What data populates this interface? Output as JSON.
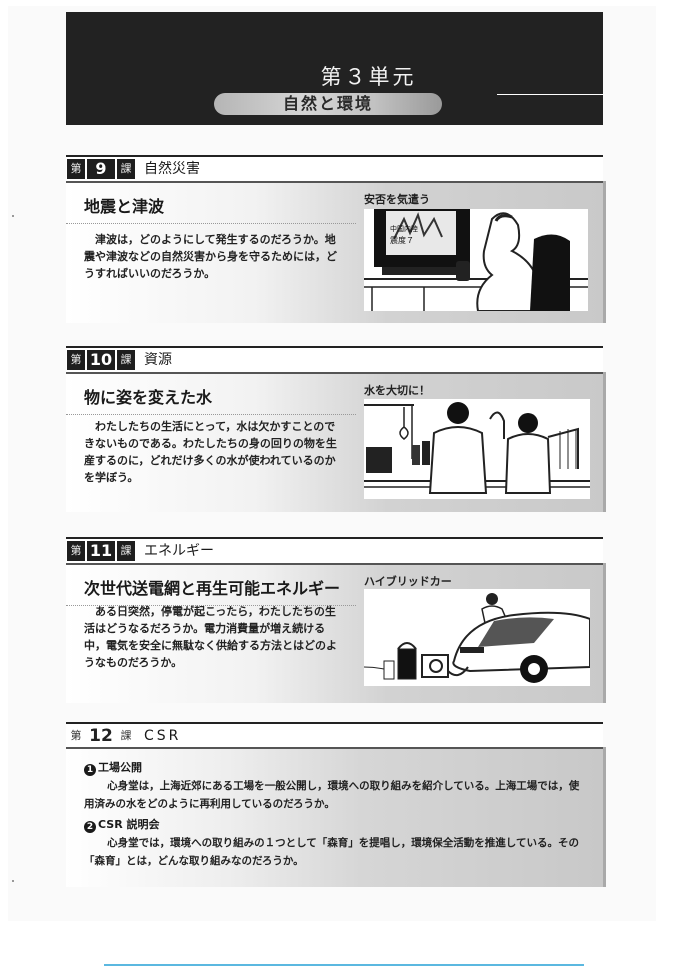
{
  "unit": {
    "title": "第３単元",
    "subtitle": "自然と環境"
  },
  "lessons": [
    {
      "prefix": "第",
      "number": "9",
      "suffix": "課",
      "title": "自然災害",
      "subtitle": "地震と津波",
      "paragraph": "津波は，どのようにして発生するのだろうか。地震や津波などの自然災害から身を守るためには，どうすればいいのだろうか。",
      "figure_caption": "安否を気遣う",
      "figure_tv_text": [
        "中国内陸",
        "震度７"
      ]
    },
    {
      "prefix": "第",
      "number": "10",
      "suffix": "課",
      "title": "資源",
      "subtitle": "物に姿を変えた水",
      "paragraph": "わたしたちの生活にとって，水は欠かすことのできないものである。わたしたちの身の回りの物を生産するのに，どれだけ多くの水が使われているのかを学ぼう。",
      "figure_caption": "水を大切に！"
    },
    {
      "prefix": "第",
      "number": "11",
      "suffix": "課",
      "title": "エネルギー",
      "subtitle": "次世代送電網と再生可能エネルギー",
      "paragraph": "ある日突然，停電が起こったら，わたしたちの生活はどうなるだろうか。電力消費量が増え続ける中，電気を安全に無駄なく供給する方法とはどのようなものだろうか。",
      "figure_caption": "ハイブリッドカー"
    },
    {
      "prefix": "第",
      "number": "12",
      "suffix": "課",
      "title": "CSR",
      "items": [
        {
          "marker": "1",
          "title": "工場公開",
          "paragraph": "心身堂は，上海近郊にある工場を一般公開し，環境への取り組みを紹介している。上海工場では，使用済みの水をどのように再利用しているのだろうか。"
        },
        {
          "marker": "2",
          "title": "CSR 説明会",
          "paragraph": "心身堂では，環境への取り組みの１つとして「森育」を提唱し，環境保全活動を推進している。その「森育」とは，どんな取り組みなのだろうか。"
        }
      ]
    }
  ],
  "colors": {
    "header_bg": "#222222",
    "badge_bg": "#1e1e1e",
    "bottom_rule": "#5bb8e0"
  }
}
